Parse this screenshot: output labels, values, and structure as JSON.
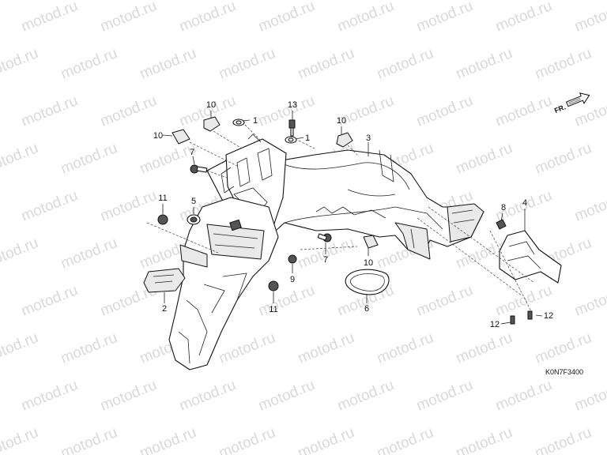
{
  "watermark": "motod.ru",
  "diagram_code": "K0N7F3400",
  "direction_label": "FR.",
  "callouts": {
    "c1a": "1",
    "c1b": "1",
    "c2": "2",
    "c3": "3",
    "c4": "4",
    "c5": "5",
    "c6": "6",
    "c7a": "7",
    "c7b": "7",
    "c8": "8",
    "c9": "9",
    "c10a": "10",
    "c10b": "10",
    "c10c": "10",
    "c10d": "10",
    "c11a": "11",
    "c11b": "11",
    "c12a": "12",
    "c12b": "12",
    "c13": "13"
  }
}
